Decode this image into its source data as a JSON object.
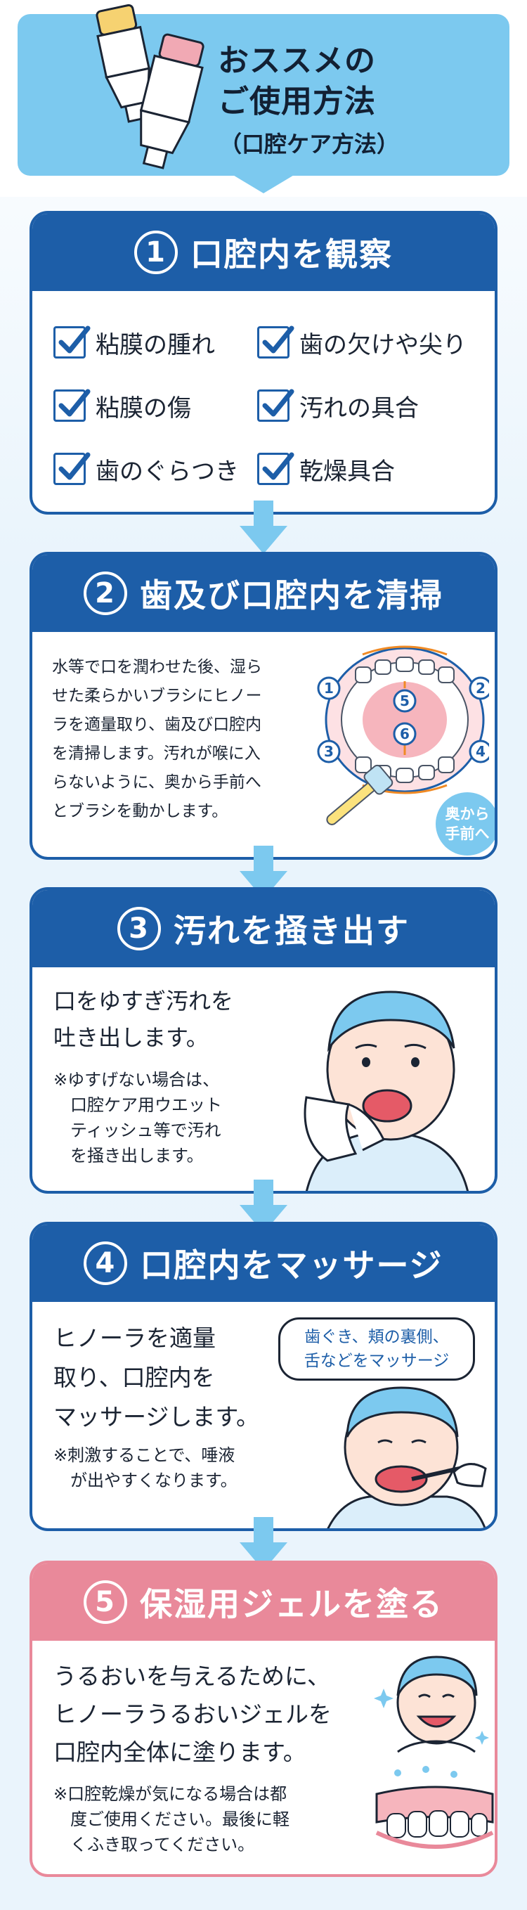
{
  "header": {
    "title_line1": "おススメの",
    "title_line2": "ご使用方法",
    "subtitle": "（口腔ケア方法）"
  },
  "steps": [
    {
      "number": "1",
      "title": "口腔内を観察",
      "checks": [
        "粘膜の腫れ",
        "歯の欠けや尖り",
        "粘膜の傷",
        "汚れの具合",
        "歯のぐらつき",
        "乾燥具合"
      ]
    },
    {
      "number": "2",
      "title": "歯及び口腔内を清掃",
      "text_lines": [
        "水等で口を潤わせた後、湿ら",
        "せた柔らかいブラシにヒノー",
        "ラを適量取り、歯及び口腔内",
        "を清掃します。汚れが喉に入",
        "らないように、奥から手前へ",
        "とブラシを動かします。"
      ],
      "badge_line1": "奥から",
      "badge_line2": "手前へ",
      "diagram_numbers": [
        "1",
        "2",
        "3",
        "4",
        "5",
        "6"
      ]
    },
    {
      "number": "3",
      "title": "汚れを掻き出す",
      "text_lines": [
        "口をゆすぎ汚れを",
        "吐き出します。"
      ],
      "note_lines": [
        "※ゆすげない場合は、",
        "口腔ケア用ウエット",
        "ティッシュ等で汚れ",
        "を掻き出します。"
      ]
    },
    {
      "number": "4",
      "title": "口腔内をマッサージ",
      "text_lines": [
        "ヒノーラを適量",
        "取り、口腔内を",
        "マッサージします。"
      ],
      "note_lines": [
        "※刺激することで、唾液",
        "が出やすくなります。"
      ],
      "bubble_lines": [
        "歯ぐき、頬の裏側、",
        "舌などをマッサージ"
      ]
    },
    {
      "number": "5",
      "title": "保湿用ジェルを塗る",
      "text_lines": [
        "うるおいを与えるために、",
        "ヒノーラうるおいジェルを",
        "口腔内全体に塗ります。"
      ],
      "note_lines": [
        "※口腔乾燥が気になる場合は都",
        "度ご使用ください。最後に軽",
        "くふき取ってください。"
      ]
    }
  ],
  "colors": {
    "primary": "#1d5ea8",
    "header_bg": "#7cc9ef",
    "pink": "#e9899a",
    "arrow": "#7cc9ef"
  }
}
